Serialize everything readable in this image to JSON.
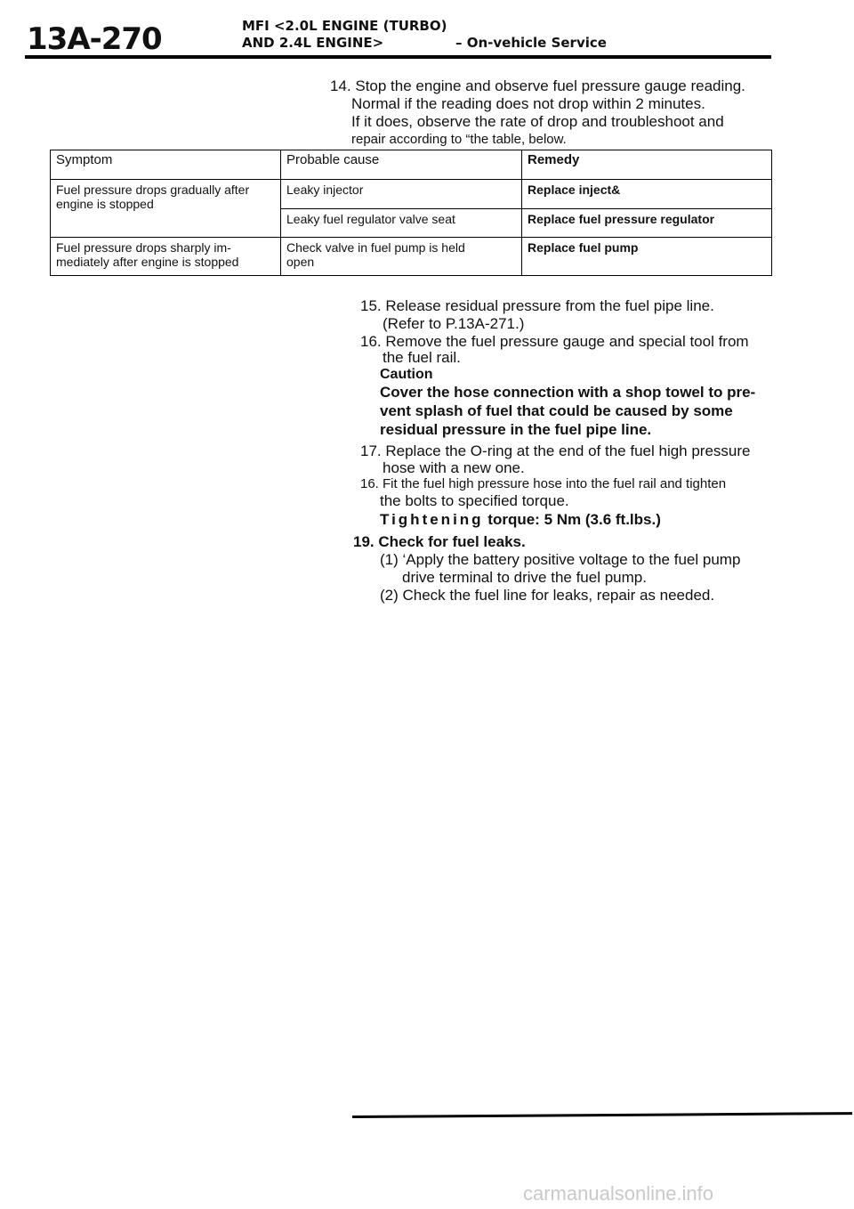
{
  "header": {
    "page_code": "13A-270",
    "title_line1": "MFI <2.0L ENGINE (TURBO)",
    "title_line2": "AND 2.4L ENGINE>",
    "section": "– On-vehicle Service"
  },
  "steps": {
    "s14_line1": "14. Stop the engine and observe fuel pressure gauge reading.",
    "s14_line2": "Normal if the reading does not drop within 2 minutes.",
    "s14_line3": "If it does, observe the rate of drop and troubleshoot and",
    "s14_line4": "repair according to “the table, below.",
    "s15_line1": "15. Release residual pressure from the fuel pipe line.",
    "s15_line2": "(Refer to P.13A-271.)",
    "s16_line1": "16. Remove the fuel pressure gauge and special tool from",
    "s16_line2": "the fuel rail.",
    "s17_line1": "17. Replace the O-ring at the end of the fuel high pressure",
    "s17_line2": "hose with a new one.",
    "s18_line1": "16. Fit the fuel high pressure hose into the fuel rail and tighten",
    "s18_line2": "the bolts to specified torque.",
    "s19_title": "19. Check for fuel leaks.",
    "s19_sub1_line1": "(1) ‘Apply the battery positive voltage to the fuel pump",
    "s19_sub1_line2": "drive terminal to drive the fuel pump.",
    "s19_sub2": "(2) Check the fuel line for leaks, repair as needed."
  },
  "caution": {
    "title": "Caution",
    "line1": "Cover the hose connection with a shop towel to pre-",
    "line2": "vent splash of fuel that could be caused by some",
    "line3": "residual pressure in the fuel pipe line."
  },
  "spec": {
    "label": "Tightening",
    "value": "torque: 5 Nm (3.6 ft.lbs.)"
  },
  "table": {
    "headers": [
      "Symptom",
      "Probable cause",
      "Remedy"
    ],
    "row1": {
      "symptom_line1": "Fuel pressure drops gradually after",
      "symptom_line2": "engine is stopped",
      "cause_a": "Leaky injector",
      "remedy_a": "Replace inject&",
      "cause_b": "Leaky fuel regulator valve seat",
      "remedy_b": "Replace fuel pressure regulator"
    },
    "row2": {
      "symptom_line1": "Fuel pressure drops sharply im-",
      "symptom_line2": "mediately after engine is stopped",
      "cause_line1": "Check valve in fuel pump is held",
      "cause_line2": "open",
      "remedy": "Replace fuel pump"
    }
  },
  "footer": {
    "watermark": "carmanualsonline.info"
  }
}
